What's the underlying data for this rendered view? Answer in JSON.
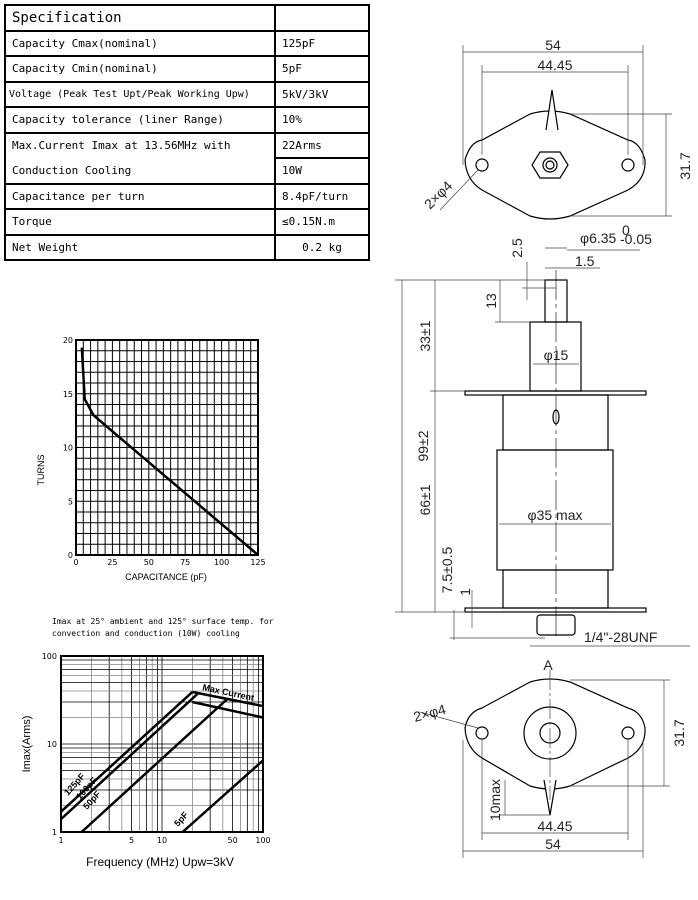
{
  "spec_table": {
    "header": "Specification",
    "rows": [
      {
        "label": "Capacity Cmax(nominal)",
        "value": "125pF"
      },
      {
        "label": "Capacity Cmin(nominal)",
        "value": "5pF"
      },
      {
        "label": "Voltage (Peak Test Upt/Peak Working Upw)",
        "value": "5kV/3kV"
      },
      {
        "label": "Capacity tolerance (liner Range)",
        "value": "10%"
      },
      {
        "label": "Max.Current Imax at 13.56MHz with",
        "value": "22Arms"
      },
      {
        "label": "Conduction Cooling",
        "value": "10W"
      },
      {
        "label": "Capacitance per turn",
        "value": "8.4pF/turn"
      },
      {
        "label": "Torque",
        "value": "≤0.15N.m"
      },
      {
        "label": "Net Weight",
        "value": "0.2 kg"
      }
    ]
  },
  "note": "Imax at 25° ambient and 125° surface temp. for convection and conduction (10W) cooling",
  "chart_data": [
    {
      "type": "line",
      "title": "",
      "xlabel": "CAPACITANCE (pF)",
      "ylabel": "TURNS",
      "xlim": [
        0,
        125
      ],
      "ylim": [
        0,
        20
      ],
      "grid": true,
      "xticks": [
        "0",
        "25",
        "50",
        "75",
        "100",
        "125"
      ],
      "yticks": [
        "0",
        "5",
        "10",
        "15",
        "20"
      ],
      "series": [
        {
          "name": "turns",
          "points": [
            [
              4,
              19.3
            ],
            [
              6,
              14.5
            ],
            [
              12,
              13
            ],
            [
              125,
              0
            ]
          ]
        }
      ]
    },
    {
      "type": "line",
      "title": "",
      "xlabel": "Frequency (MHz) Upw=3kV",
      "ylabel": "Imax(Arms)",
      "xscale": "log",
      "yscale": "log",
      "xlim": [
        1,
        100
      ],
      "ylim": [
        1,
        100
      ],
      "grid": true,
      "xticks": [
        "1",
        "5",
        "10",
        "50",
        "100"
      ],
      "yticks": [
        "1",
        "10",
        "100"
      ],
      "series": [
        {
          "name": "125pF",
          "points": [
            [
              1,
              1.7
            ],
            [
              20,
              39
            ]
          ]
        },
        {
          "name": "100pF",
          "points": [
            [
              1,
              1.4
            ],
            [
              23,
              38
            ]
          ]
        },
        {
          "name": "50pF",
          "points": [
            [
              1.6,
              1
            ],
            [
              45,
              33
            ]
          ]
        },
        {
          "name": "5pF",
          "points": [
            [
              16,
              1
            ],
            [
              100,
              6.5
            ]
          ]
        },
        {
          "name": "Max Current",
          "points": [
            [
              20,
              39
            ],
            [
              100,
              27
            ]
          ]
        },
        {
          "name": "Max Current (lower)",
          "points": [
            [
              20,
              30
            ],
            [
              100,
              20
            ]
          ]
        }
      ],
      "labels": {
        "125pF": "125pF",
        "100pF": "100pF",
        "50pF": "50pF",
        "5pF": "5pF",
        "max": "Max Current"
      }
    }
  ],
  "dims": {
    "top_54": "54",
    "top_4445": "44.45",
    "top_317": "31.7",
    "top_holes": "2×φ4",
    "shaft_dia": "φ6.35",
    "shaft_tol_top": "0",
    "shaft_tol_bot": "-0.05",
    "slot_25": "2.5",
    "slot_15": "1.5",
    "d13": "13",
    "d33": "33±1",
    "d99": "99±2",
    "d66": "66±1",
    "d75": "7.5±0.5",
    "d1": "1",
    "phi15": "φ15",
    "phi35": "φ35 max",
    "thread": "1/4\"-28UNF",
    "bot_holes": "2×φ4",
    "bot_317": "31.7",
    "bot_10": "10max",
    "bot_4445": "44.45",
    "bot_54": "54",
    "bot_a": "A"
  }
}
